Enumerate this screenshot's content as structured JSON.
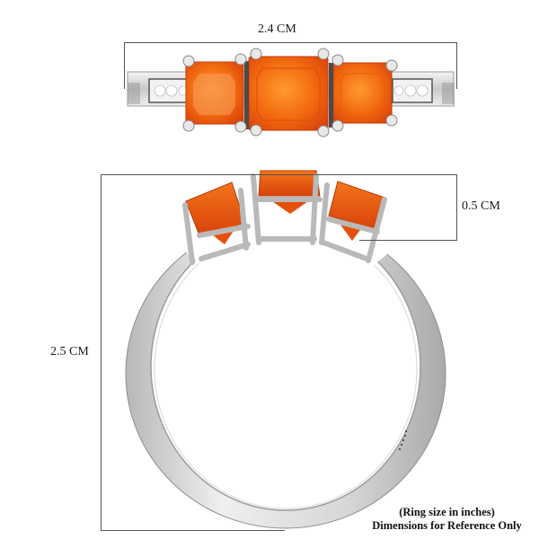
{
  "dimensions": {
    "width_label": "2.4 CM",
    "head_height_label": "0.5 CM",
    "ring_height_label": "2.5 CM"
  },
  "notes": {
    "line1": "(Ring size in inches)",
    "line2": "Dimensions for Reference Only"
  },
  "product": {
    "stones": 3,
    "stone_color": "#F25A0A",
    "metal_color": "#D9D9D9",
    "accent_stones": "small white diamonds on shoulders"
  }
}
